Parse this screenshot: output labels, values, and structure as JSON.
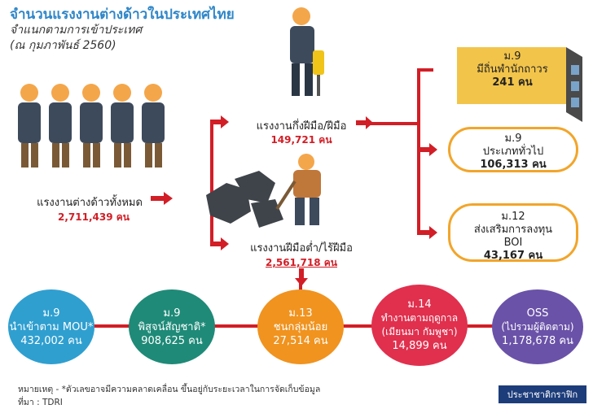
{
  "header": {
    "title": "จำนวนแรงงานต่างด้าวในประเทศไทย",
    "subtitle_1": "จำแนกตามการเข้าประเทศ",
    "subtitle_2": "(ณ กุมภาพันธ์ 2560)"
  },
  "total": {
    "label": "แรงงานต่างด้าวทั้งหมด",
    "value": "2,711,439 คน"
  },
  "skilled": {
    "label": "แรงงานกึ่งฝีมือ/ฝีมือ",
    "value": "149,721 คน"
  },
  "unskilled": {
    "label": "แรงงานฝีมือต่ำ/ไร้ฝีมือ",
    "value": "2,561,718 คน"
  },
  "boxes": [
    {
      "section": "ม.9",
      "name": "มีถิ่นพำนักถาวร",
      "value": "241 คน"
    },
    {
      "section": "ม.9",
      "name": "ประเภททั่วไป",
      "value": "106,313 คน"
    },
    {
      "section": "ม.12",
      "name": "ส่งเสริมการลงทุน BOI",
      "value": "43,167 คน"
    }
  ],
  "circles": [
    {
      "section": "ม.9",
      "name": "นำเข้าตาม MOU*",
      "value": "432,002 คน",
      "color": "#2f9fd0"
    },
    {
      "section": "ม.9",
      "name": "พิสูจน์สัญชาติ*",
      "value": "908,625 คน",
      "color": "#1f8a78"
    },
    {
      "section": "ม.13",
      "name": "ชนกลุ่มน้อย",
      "value": "27,514 คน",
      "color": "#f0931f"
    },
    {
      "section": "ม.14",
      "name": "ทำงานตามฤดูกาล (เมียนมา กัมพูชา)",
      "value": "14,899 คน",
      "color": "#e0304e"
    },
    {
      "section": "OSS",
      "name": "(ไปรวมผู้ติดตาม)",
      "value": "1,178,678 คน",
      "color": "#6a52a8"
    }
  ],
  "footer": {
    "note": "หมายเหตุ - *ตัวเลขอาจมีความคลาดเคลื่อน ขึ้นอยู่กับระยะเวลาในการจัดเก็บข้อมูล",
    "source": "ที่มา : TDRI",
    "brand": "ประชาชาติกราฟิก"
  }
}
